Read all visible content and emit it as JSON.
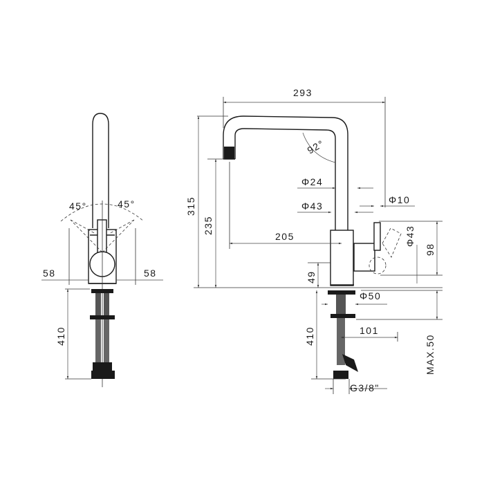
{
  "front_view": {
    "angle_left": "45°",
    "angle_right": "45°",
    "width_left": "58",
    "width_right": "58",
    "height_below": "410"
  },
  "side_view": {
    "reach": "293",
    "height_total": "315",
    "height_spout": "235",
    "spout_angle": "92°",
    "dia_outlet": "Φ24",
    "dia_body": "Φ43",
    "dia_handle": "Φ10",
    "spout_projection": "205",
    "dia_lever": "Φ43",
    "lever_height": "98",
    "base_height": "49",
    "dia_base": "Φ50",
    "connector_offset": "101",
    "height_below": "410",
    "max_deck": "MAX.50",
    "thread": "G3/8\""
  }
}
